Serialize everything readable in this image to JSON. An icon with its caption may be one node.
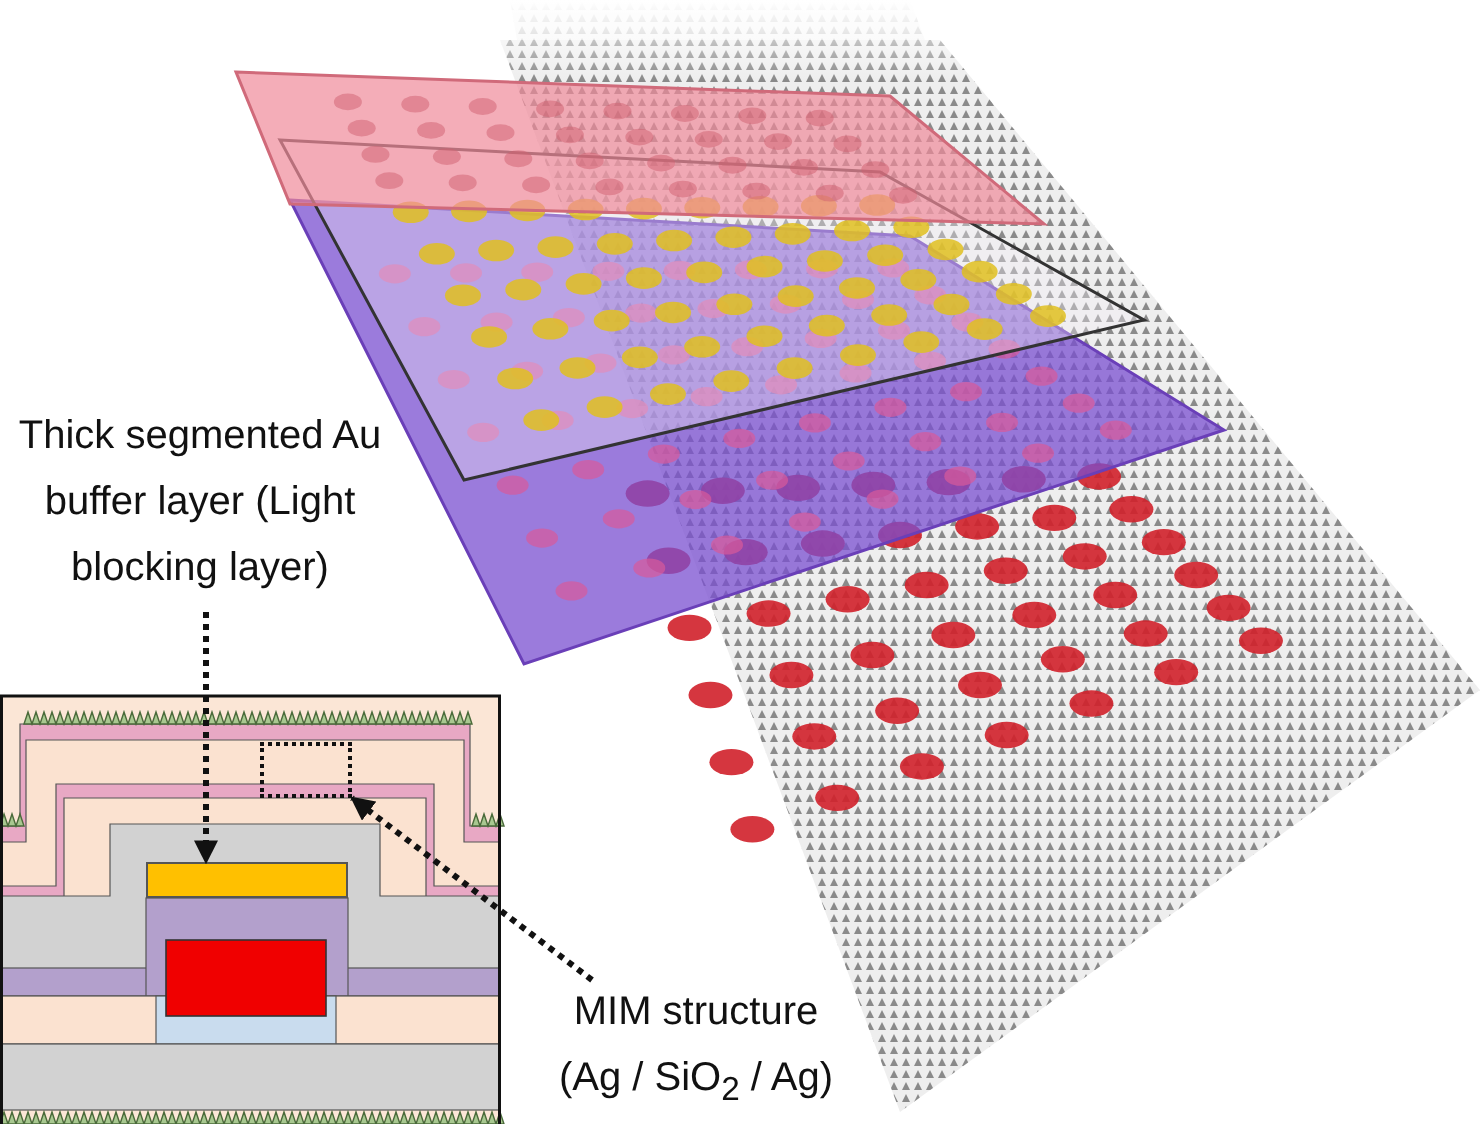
{
  "diagram": {
    "nodes": [
      {
        "text": [
          "Thick segmented Au buffer layer (Light blocking layer)"
        ]
      },
      {
        "text": [],
        "shape": "bar"
      },
      {
        "text": [
          "MIM structure (Ag / SiO$_{2}$ / Ag)"
        ]
      },
      {
        "text": [],
        "shape": "box"
      }
    ],
    "edges": [
      {
        "from": 0,
        "to": 1,
        "arrow": "to",
        "style": "dashed"
      },
      {
        "from": 2,
        "to": 3,
        "arrow": "to",
        "style": "dashed"
      }
    ]
  }
}
